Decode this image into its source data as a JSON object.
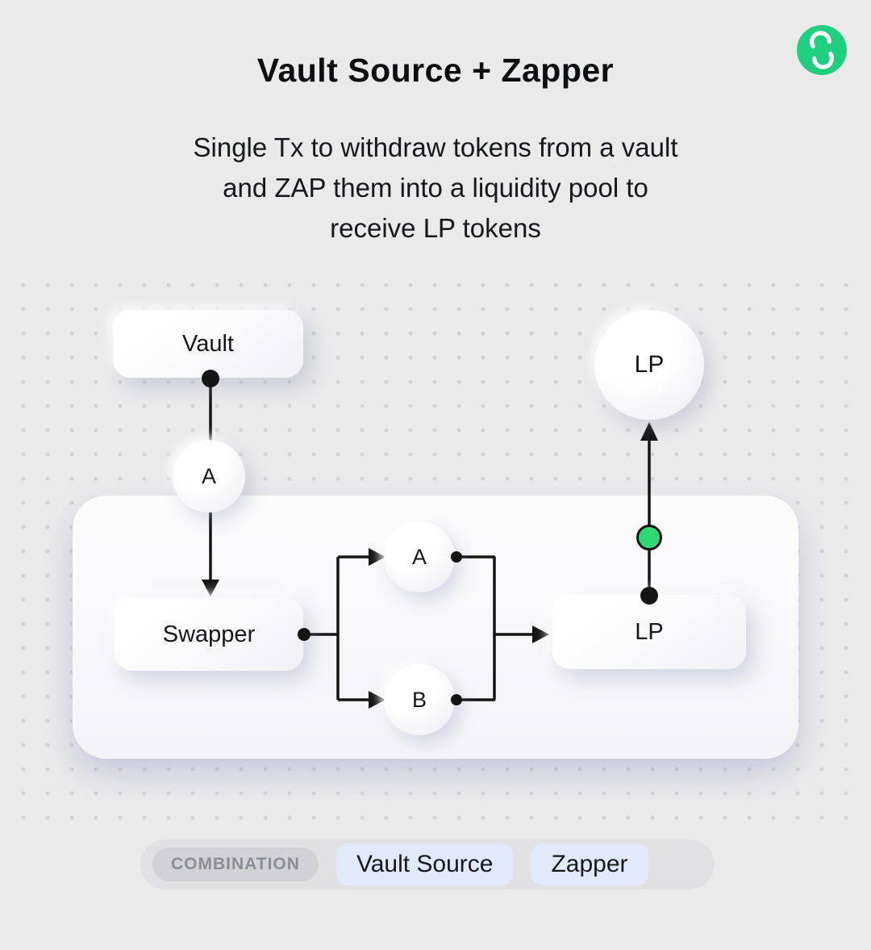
{
  "header": {
    "title": "Vault Source + Zapper",
    "subtitle_lines": [
      "Single Tx to withdraw tokens from a vault",
      "and ZAP them into a liquidity pool to",
      "receive LP tokens"
    ]
  },
  "logo": {
    "name": "furucombo-logo",
    "color": "#1ed07d"
  },
  "diagram": {
    "vault_label": "Vault",
    "source_token_label": "A",
    "swapper_label": "Swapper",
    "token_a_label": "A",
    "token_b_label": "B",
    "lp_pool_label": "LP",
    "lp_token_label": "LP"
  },
  "footer": {
    "combination_label": "COMBINATION",
    "tags": [
      {
        "label": "Vault Source"
      },
      {
        "label": "Zapper"
      }
    ]
  },
  "colors": {
    "background": "#eaeaeb",
    "accent_green": "#2ed973",
    "tag_background": "#e2e9fc",
    "line_black": "#151515"
  }
}
